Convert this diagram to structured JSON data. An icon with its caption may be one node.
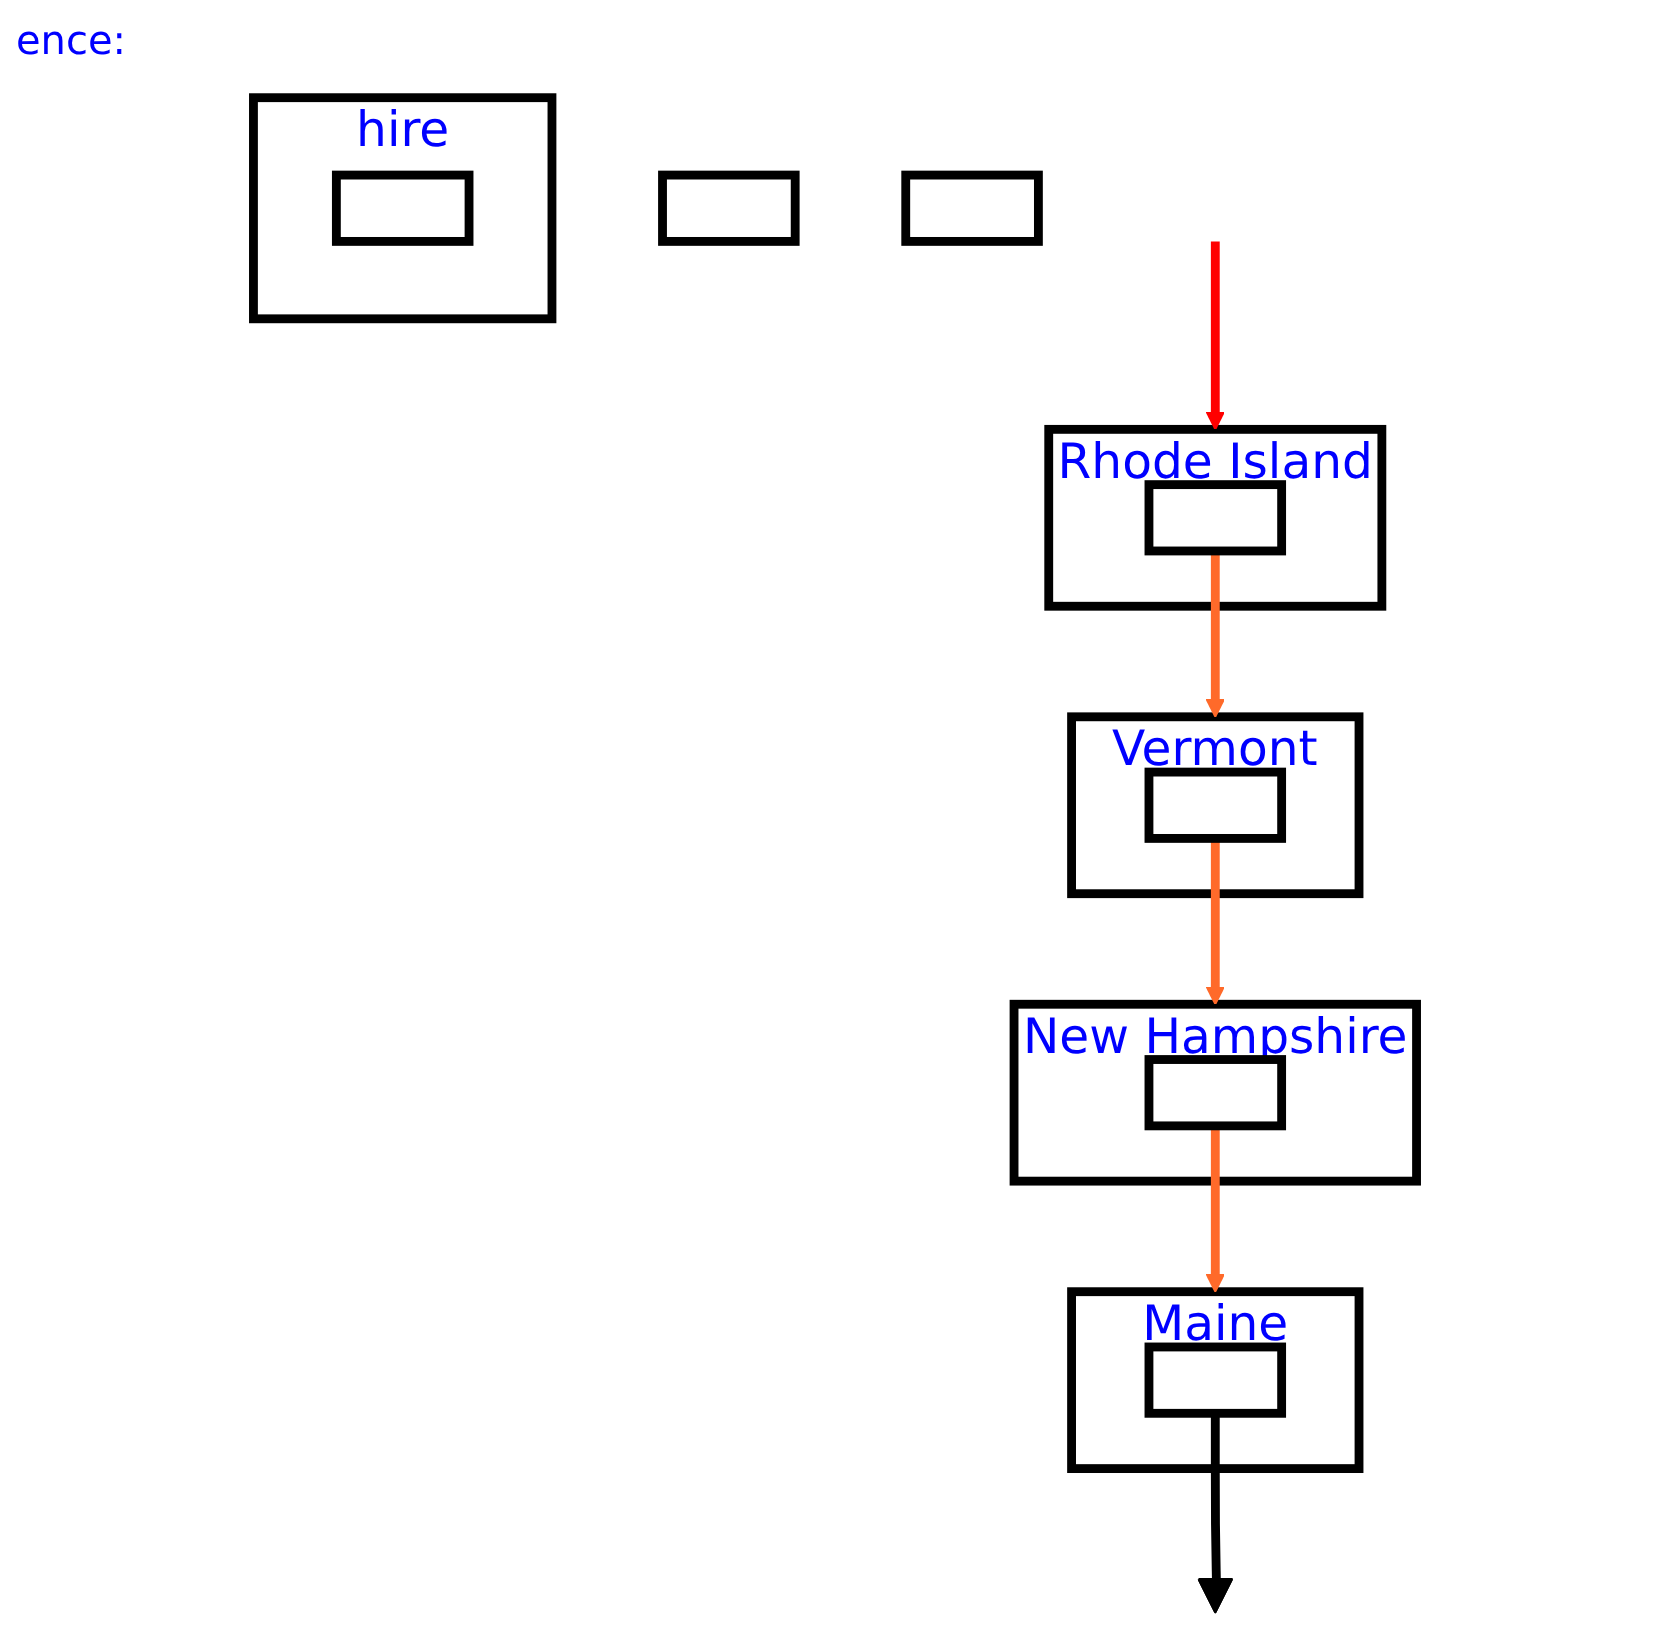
{
  "diagram": {
    "nodes": [
      {
        "text": [],
        "shape": "box"
      },
      {
        "text": [
          "Rhode Island"
        ]
      },
      {
        "text": [],
        "shape": "box",
        "in": 1
      },
      {
        "text": [
          "Vermont"
        ]
      },
      {
        "text": [],
        "shape": "box",
        "in": 3
      },
      {
        "text": [
          "hire"
        ]
      },
      {
        "text": [],
        "shape": "box",
        "in": 5
      },
      {
        "text": [
          "New Hampshire"
        ]
      },
      {
        "text": [],
        "shape": "box",
        "in": 7
      },
      {
        "text": [],
        "shape": "box"
      },
      {
        "text": [
          "Maine"
        ]
      },
      {
        "text": [],
        "shape": "box",
        "in": 10
      },
      {
        "text": [],
        "shape": "ground"
      }
    ],
    "edges": [
      {
        "from": null,
        "to": 1,
        "arrow": "to",
        "color": "#ff0000"
      },
      {
        "from": 2,
        "to": 3,
        "arrow": "to"
      },
      {
        "from": 4,
        "to": 7,
        "arrow": "to"
      },
      {
        "from": 8,
        "to": 10,
        "arrow": "to"
      },
      {
        "from": 11,
        "to": 12,
        "arrow": "none",
        "color": "#000000"
      }
    ],
    "labels": [
      "ence:"
    ]
  }
}
